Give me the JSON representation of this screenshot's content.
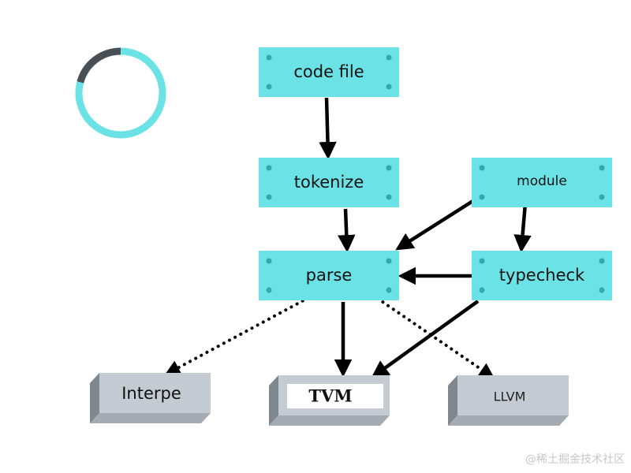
{
  "nodes": {
    "code_file": {
      "label": "code file"
    },
    "tokenize": {
      "label": "tokenize"
    },
    "module": {
      "label": "module"
    },
    "parse": {
      "label": "parse"
    },
    "typecheck": {
      "label": "typecheck"
    },
    "interpe": {
      "label": "Interpe"
    },
    "tvm": {
      "label": "TVM"
    },
    "llvm": {
      "label": "LLVM"
    }
  },
  "edges": [
    {
      "from": "code_file",
      "to": "tokenize",
      "style": "solid"
    },
    {
      "from": "tokenize",
      "to": "parse",
      "style": "solid"
    },
    {
      "from": "module",
      "to": "parse",
      "style": "solid"
    },
    {
      "from": "module",
      "to": "typecheck",
      "style": "solid"
    },
    {
      "from": "typecheck",
      "to": "parse",
      "style": "solid"
    },
    {
      "from": "parse",
      "to": "interpe",
      "style": "dotted"
    },
    {
      "from": "parse",
      "to": "tvm",
      "style": "solid"
    },
    {
      "from": "parse",
      "to": "llvm",
      "style": "dotted"
    },
    {
      "from": "typecheck",
      "to": "tvm",
      "style": "solid"
    }
  ],
  "colors": {
    "process_fill": "#6be3e6",
    "process_rivet": "#33a7aa",
    "target_front": "#c5cbd2",
    "target_side": "#7f878f",
    "target_top": "#e1e5e8",
    "arrow": "#000000",
    "ring_main": "#6be3e6",
    "ring_arc": "#4a4f55"
  },
  "decorations": {
    "ring": {
      "icon": "loading-ring-icon",
      "progress": 0.85
    }
  },
  "watermark": {
    "text": "@稀土掘金技术社区"
  }
}
